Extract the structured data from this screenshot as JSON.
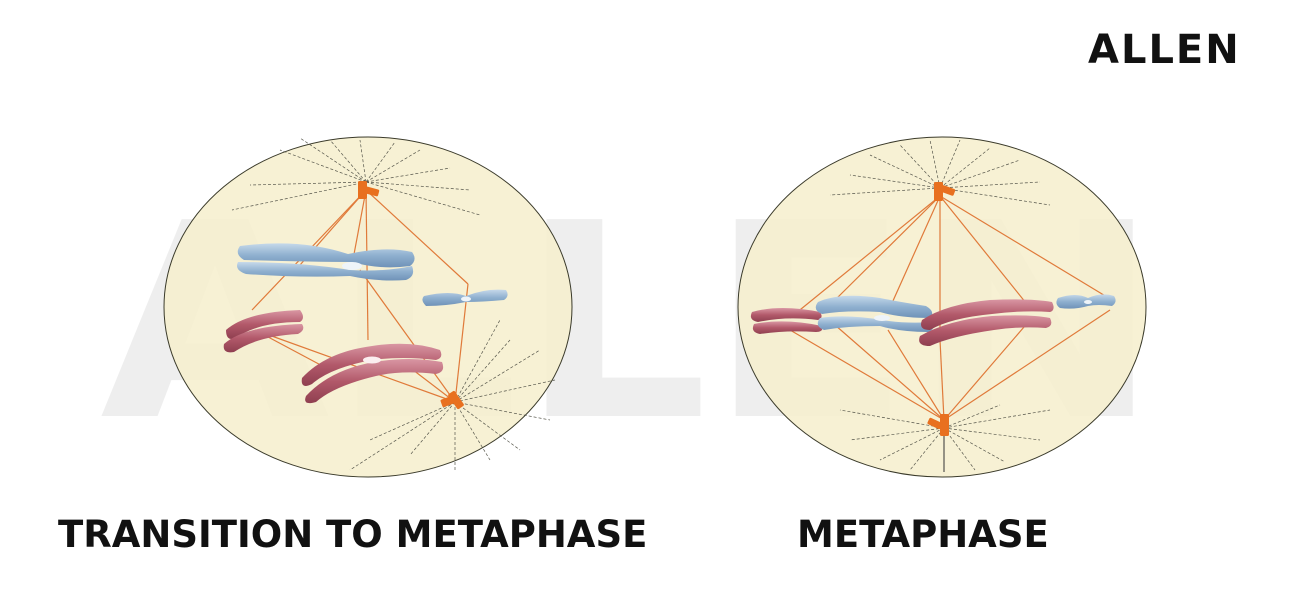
{
  "brand": {
    "logo_text": "ALLEN",
    "watermark_text": "ALLEN"
  },
  "panels": [
    {
      "caption": "TRANSITION TO METAPHASE"
    },
    {
      "caption": "METAPHASE"
    }
  ],
  "colors": {
    "cell_fill": "#f7efd0",
    "cell_stroke": "#3a3a2a",
    "spindle": "#e07a3a",
    "centrosome": "#e8701f",
    "chromosome_blue": "#8fb0cf",
    "chromosome_red": "#b2596a",
    "watermark": "#efefef"
  }
}
